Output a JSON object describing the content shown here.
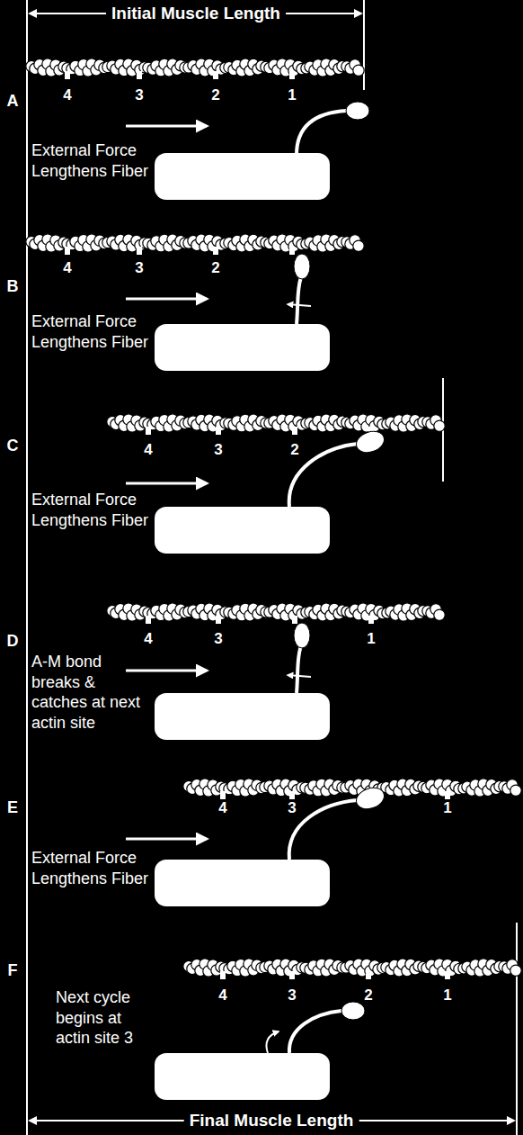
{
  "diagram": {
    "labels": [
      "Initial Muscle Length",
      "A",
      "4",
      "3",
      "2",
      "1",
      "External Force Lengthens Fiber",
      "B",
      "4",
      "3",
      "2",
      "External Force Lengthens Fiber",
      "C",
      "4",
      "3",
      "2",
      "External Force Lengthens Fiber",
      "D",
      "4",
      "3",
      "1",
      "A-M bond breaks & catches at next actin site",
      "E",
      "4",
      "3",
      "1",
      "External Force Lengthens Fiber",
      "F",
      "4",
      "3",
      "2",
      "1",
      "Next cycle begins at actin site 3",
      "Final Muscle Length"
    ]
  }
}
